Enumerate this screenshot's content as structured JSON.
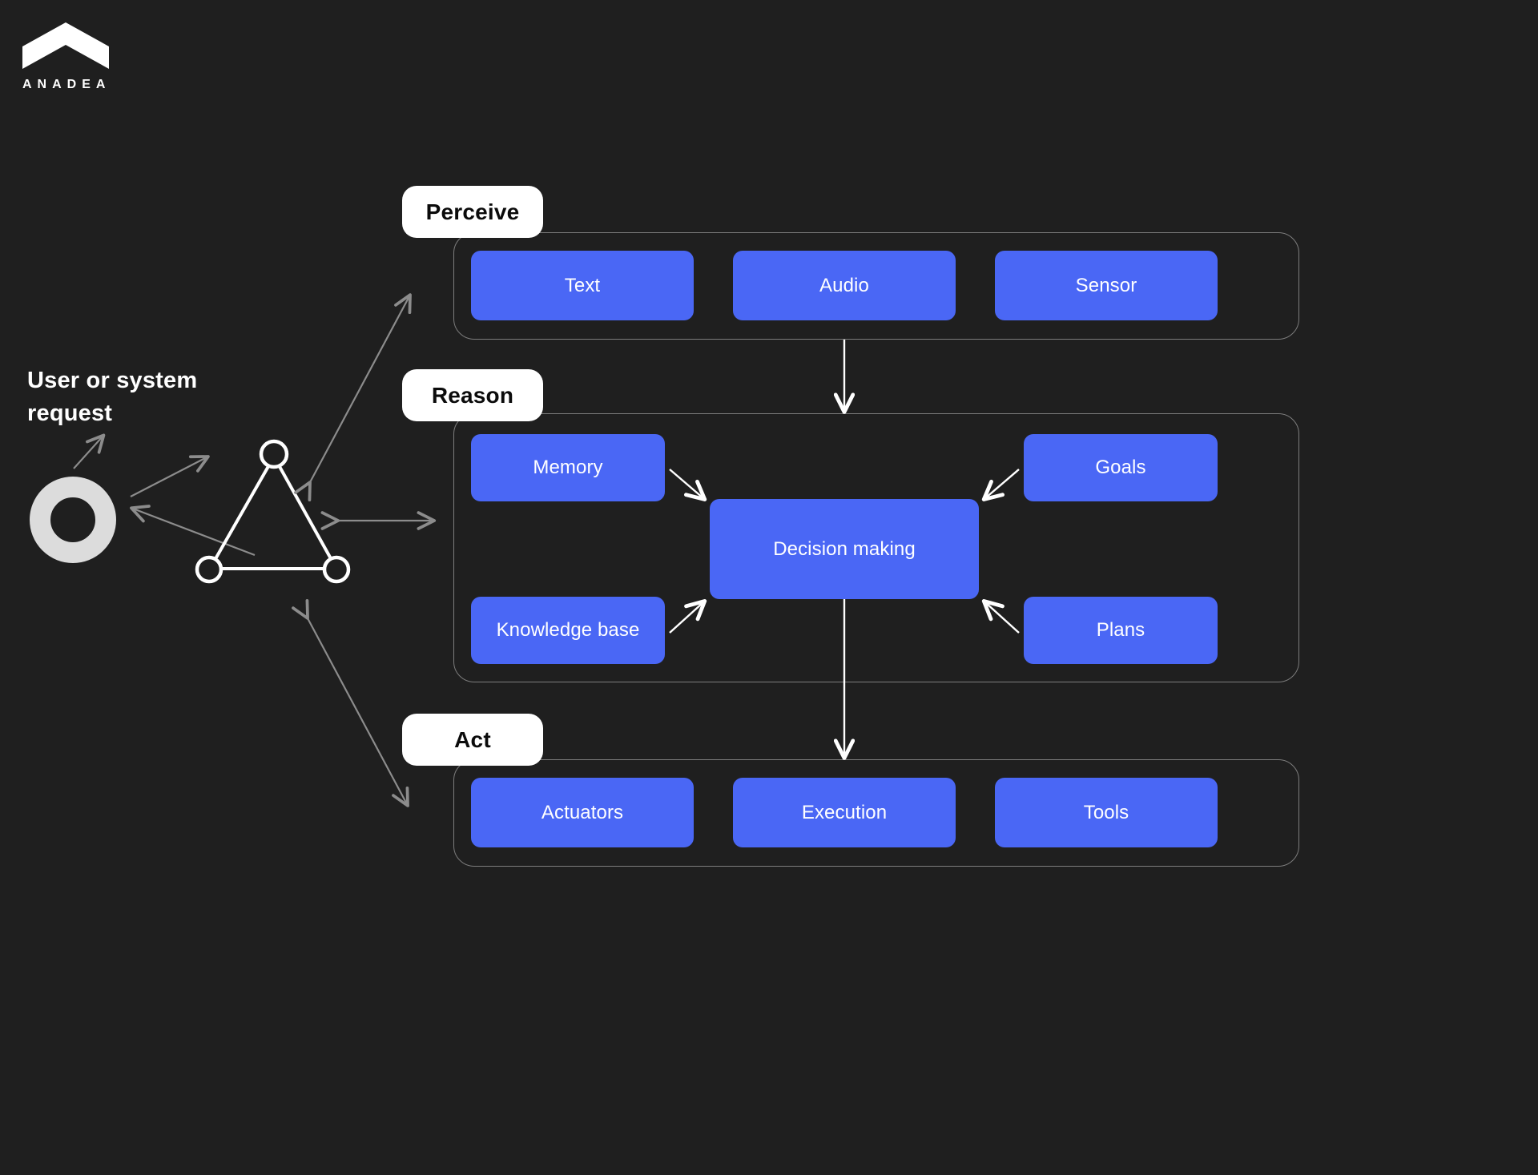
{
  "brand": {
    "wordmark": "ANADEA",
    "logo_icon": "chevron-mark-icon",
    "logo_color": "#ffffff"
  },
  "colors": {
    "background": "#1f1f1f",
    "node_blue": "#4a67f5",
    "tag_white": "#ffffff",
    "container_border": "#7d7d7d",
    "gray_arrow": "#8c8c8c",
    "white_arrow": "#ffffff",
    "donut_gray": "#dcdcdc"
  },
  "left_cluster": {
    "request_label": "User or system request",
    "donut_icon": "ring-icon",
    "network_icon": "triangle-network-icon"
  },
  "groups": [
    {
      "id": "perceive",
      "tag": "Perceive",
      "nodes": [
        "Text",
        "Audio",
        "Sensor"
      ]
    },
    {
      "id": "reason",
      "tag": "Reason",
      "nodes": [
        "Memory",
        "Knowledge base",
        "Goals",
        "Plans",
        "Decision making"
      ]
    },
    {
      "id": "act",
      "tag": "Act",
      "nodes": [
        "Actuators",
        "Execution",
        "Tools"
      ]
    }
  ],
  "nodes": {
    "text": "Text",
    "audio": "Audio",
    "sensor": "Sensor",
    "memory": "Memory",
    "knowledge_base": "Knowledge base",
    "goals": "Goals",
    "plans": "Plans",
    "decision_making": "Decision making",
    "actuators": "Actuators",
    "execution": "Execution",
    "tools": "Tools"
  },
  "connectors": [
    {
      "from": "ring",
      "to": "request-label",
      "style": "gray-arrow"
    },
    {
      "from": "ring",
      "to": "network",
      "style": "gray-double-arrow"
    },
    {
      "from": "network",
      "to": "perceive",
      "style": "gray-double-arrow"
    },
    {
      "from": "network",
      "to": "reason",
      "style": "gray-double-arrow"
    },
    {
      "from": "network",
      "to": "act",
      "style": "gray-double-arrow"
    },
    {
      "from": "perceive",
      "to": "reason",
      "style": "white-arrow-down"
    },
    {
      "from": "memory",
      "to": "decision-making",
      "style": "white-arrow"
    },
    {
      "from": "knowledge-base",
      "to": "decision-making",
      "style": "white-arrow"
    },
    {
      "from": "goals",
      "to": "decision-making",
      "style": "white-arrow"
    },
    {
      "from": "plans",
      "to": "decision-making",
      "style": "white-arrow"
    },
    {
      "from": "decision-making",
      "to": "act",
      "style": "white-arrow-down"
    }
  ]
}
